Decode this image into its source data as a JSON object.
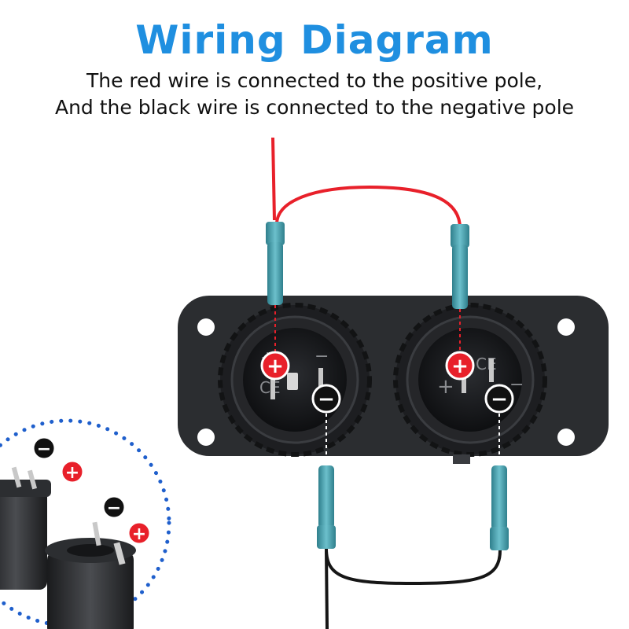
{
  "title": "Wiring Diagram",
  "subtitle_line1": "The red wire is connected to the positive pole,",
  "subtitle_line2": "And the black wire is connected to the negative pole",
  "markers": {
    "positive": "+",
    "negative": "−"
  },
  "socket_labels": {
    "ce": "CE",
    "plus": "+",
    "minus": "−"
  },
  "colors": {
    "title_blue": "#1f8fe0",
    "red_wire": "#e8202a",
    "black_wire": "#161616",
    "panel": "#2b2d30",
    "connector": "#3f9aa8",
    "dotted_circle": "#1f5fcc"
  }
}
